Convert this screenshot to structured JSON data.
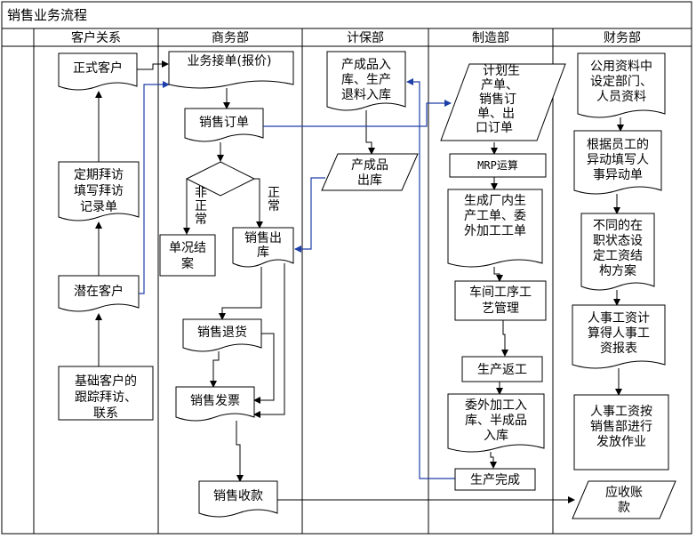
{
  "title": "销售业务流程",
  "lanes": [
    "客户关系",
    "商务部",
    "计保部",
    "制造部",
    "财务部"
  ],
  "nodes": {
    "formal_customer": [
      "正式客户"
    ],
    "periodic_visit": [
      "定期拜访",
      "填写拜访",
      "记录单"
    ],
    "potential_customer": [
      "潜在客户"
    ],
    "basic_tracking": [
      "基础客户的",
      "跟踪拜访、",
      "联系"
    ],
    "order_intake": [
      "业务接单(报价)"
    ],
    "sales_order": [
      "销售订单"
    ],
    "abnormal": [
      "非",
      "正",
      "常"
    ],
    "normal": [
      "正",
      "常"
    ],
    "close_case": [
      "单况结",
      "案"
    ],
    "sales_outbound": [
      "销售出",
      "库"
    ],
    "sales_return": [
      "销售退货"
    ],
    "sales_invoice": [
      "销售发票"
    ],
    "sales_receipt": [
      "销售收款"
    ],
    "product_inbound": [
      "产成品入",
      "库、生产",
      "退料入库"
    ],
    "product_outbound": [
      "产成品",
      "出库"
    ],
    "plan_production": [
      "计划生",
      "产单、",
      "销售订",
      "单、出",
      "口订单"
    ],
    "mrp": [
      "MRP运算"
    ],
    "work_orders": [
      "生成厂内生",
      "产工单、委",
      "外加工工单"
    ],
    "workshop": [
      "车间工序工",
      "艺管理"
    ],
    "rework": [
      "生产返工"
    ],
    "outsource_inbound": [
      "委外加工入",
      "库、半成品",
      "入库"
    ],
    "production_done": [
      "生产完成"
    ],
    "public_data": [
      "公用资料中",
      "设定部门、",
      "人员资料"
    ],
    "staff_change": [
      "根据员工的",
      "异动填写人",
      "事异动单"
    ],
    "salary_plan": [
      "不同的在",
      "职状态设",
      "定工资结",
      "构方案"
    ],
    "payroll_calc": [
      "人事工资计",
      "算得人事工",
      "资报表"
    ],
    "payroll_dist": [
      "人事工资按",
      "销售部进行",
      "发放作业"
    ],
    "receivable": [
      "应收账",
      "款"
    ]
  },
  "colors": {
    "flow": "#000000",
    "cross_flow": "#1f3fa8"
  }
}
